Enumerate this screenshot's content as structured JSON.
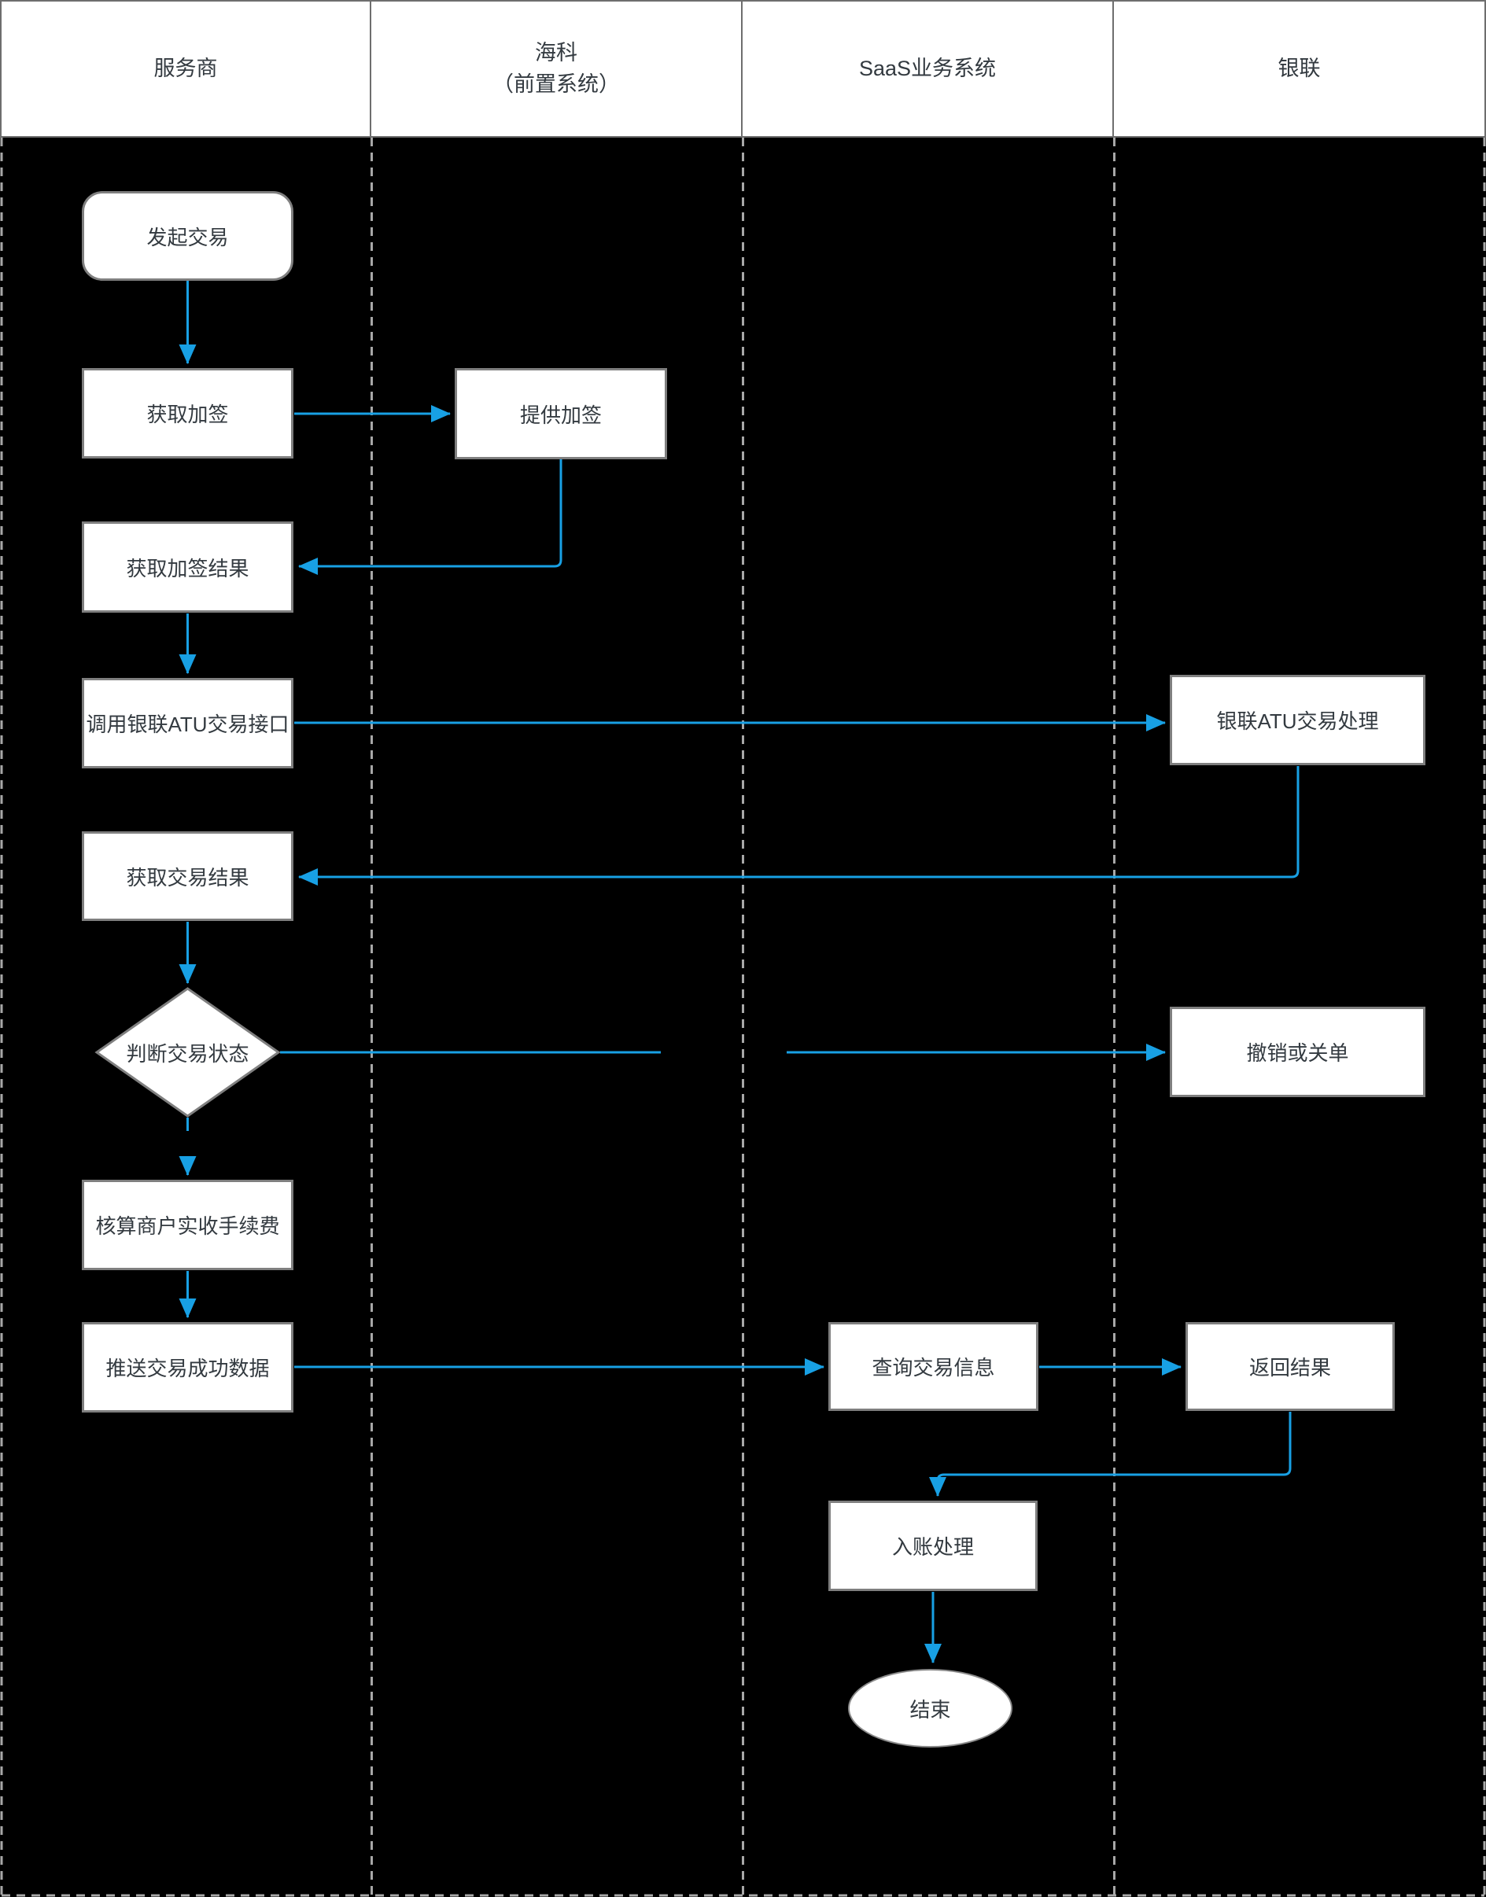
{
  "lanes": [
    {
      "title": "服务商"
    },
    {
      "title": "海科\n（前置系统）"
    },
    {
      "title": "SaaS业务系统"
    },
    {
      "title": "银联"
    }
  ],
  "nodes": {
    "start": {
      "label": "发起交易",
      "shape": "rounded-rect",
      "lane": "服务商"
    },
    "get_sign": {
      "label": "获取加签",
      "shape": "rect",
      "lane": "服务商"
    },
    "provide_sign": {
      "label": "提供加签",
      "shape": "rect",
      "lane": "海科（前置系统）"
    },
    "sign_result": {
      "label": "获取加签结果",
      "shape": "rect",
      "lane": "服务商"
    },
    "call_atu": {
      "label": "调用银联ATU交易接口",
      "shape": "rect",
      "lane": "服务商"
    },
    "atu_process": {
      "label": "银联ATU交易处理",
      "shape": "rect",
      "lane": "银联"
    },
    "trade_result": {
      "label": "获取交易结果",
      "shape": "rect",
      "lane": "服务商"
    },
    "judge": {
      "label": "判断交易状态",
      "shape": "diamond",
      "lane": "服务商"
    },
    "cancel": {
      "label": "撤销或关单",
      "shape": "rect",
      "lane": "银联"
    },
    "calc_fee": {
      "label": "核算商户实收手续费",
      "shape": "rect",
      "lane": "服务商"
    },
    "push_data": {
      "label": "推送交易成功数据",
      "shape": "rect",
      "lane": "服务商"
    },
    "query_info": {
      "label": "查询交易信息",
      "shape": "rect",
      "lane": "SaaS业务系统"
    },
    "return_result": {
      "label": "返回结果",
      "shape": "rect",
      "lane": "银联"
    },
    "settle": {
      "label": "入账处理",
      "shape": "rect",
      "lane": "SaaS业务系统"
    },
    "end": {
      "label": "结束",
      "shape": "ellipse",
      "lane": "SaaS业务系统"
    }
  },
  "colors": {
    "background": "#000000",
    "arrow": "#18a0e4",
    "node_fill": "#ffffff",
    "node_border": "#7f7f7f",
    "lane_divider": "#a8a8a8",
    "header_border": "#6e6e6e",
    "text": "#333a40"
  }
}
